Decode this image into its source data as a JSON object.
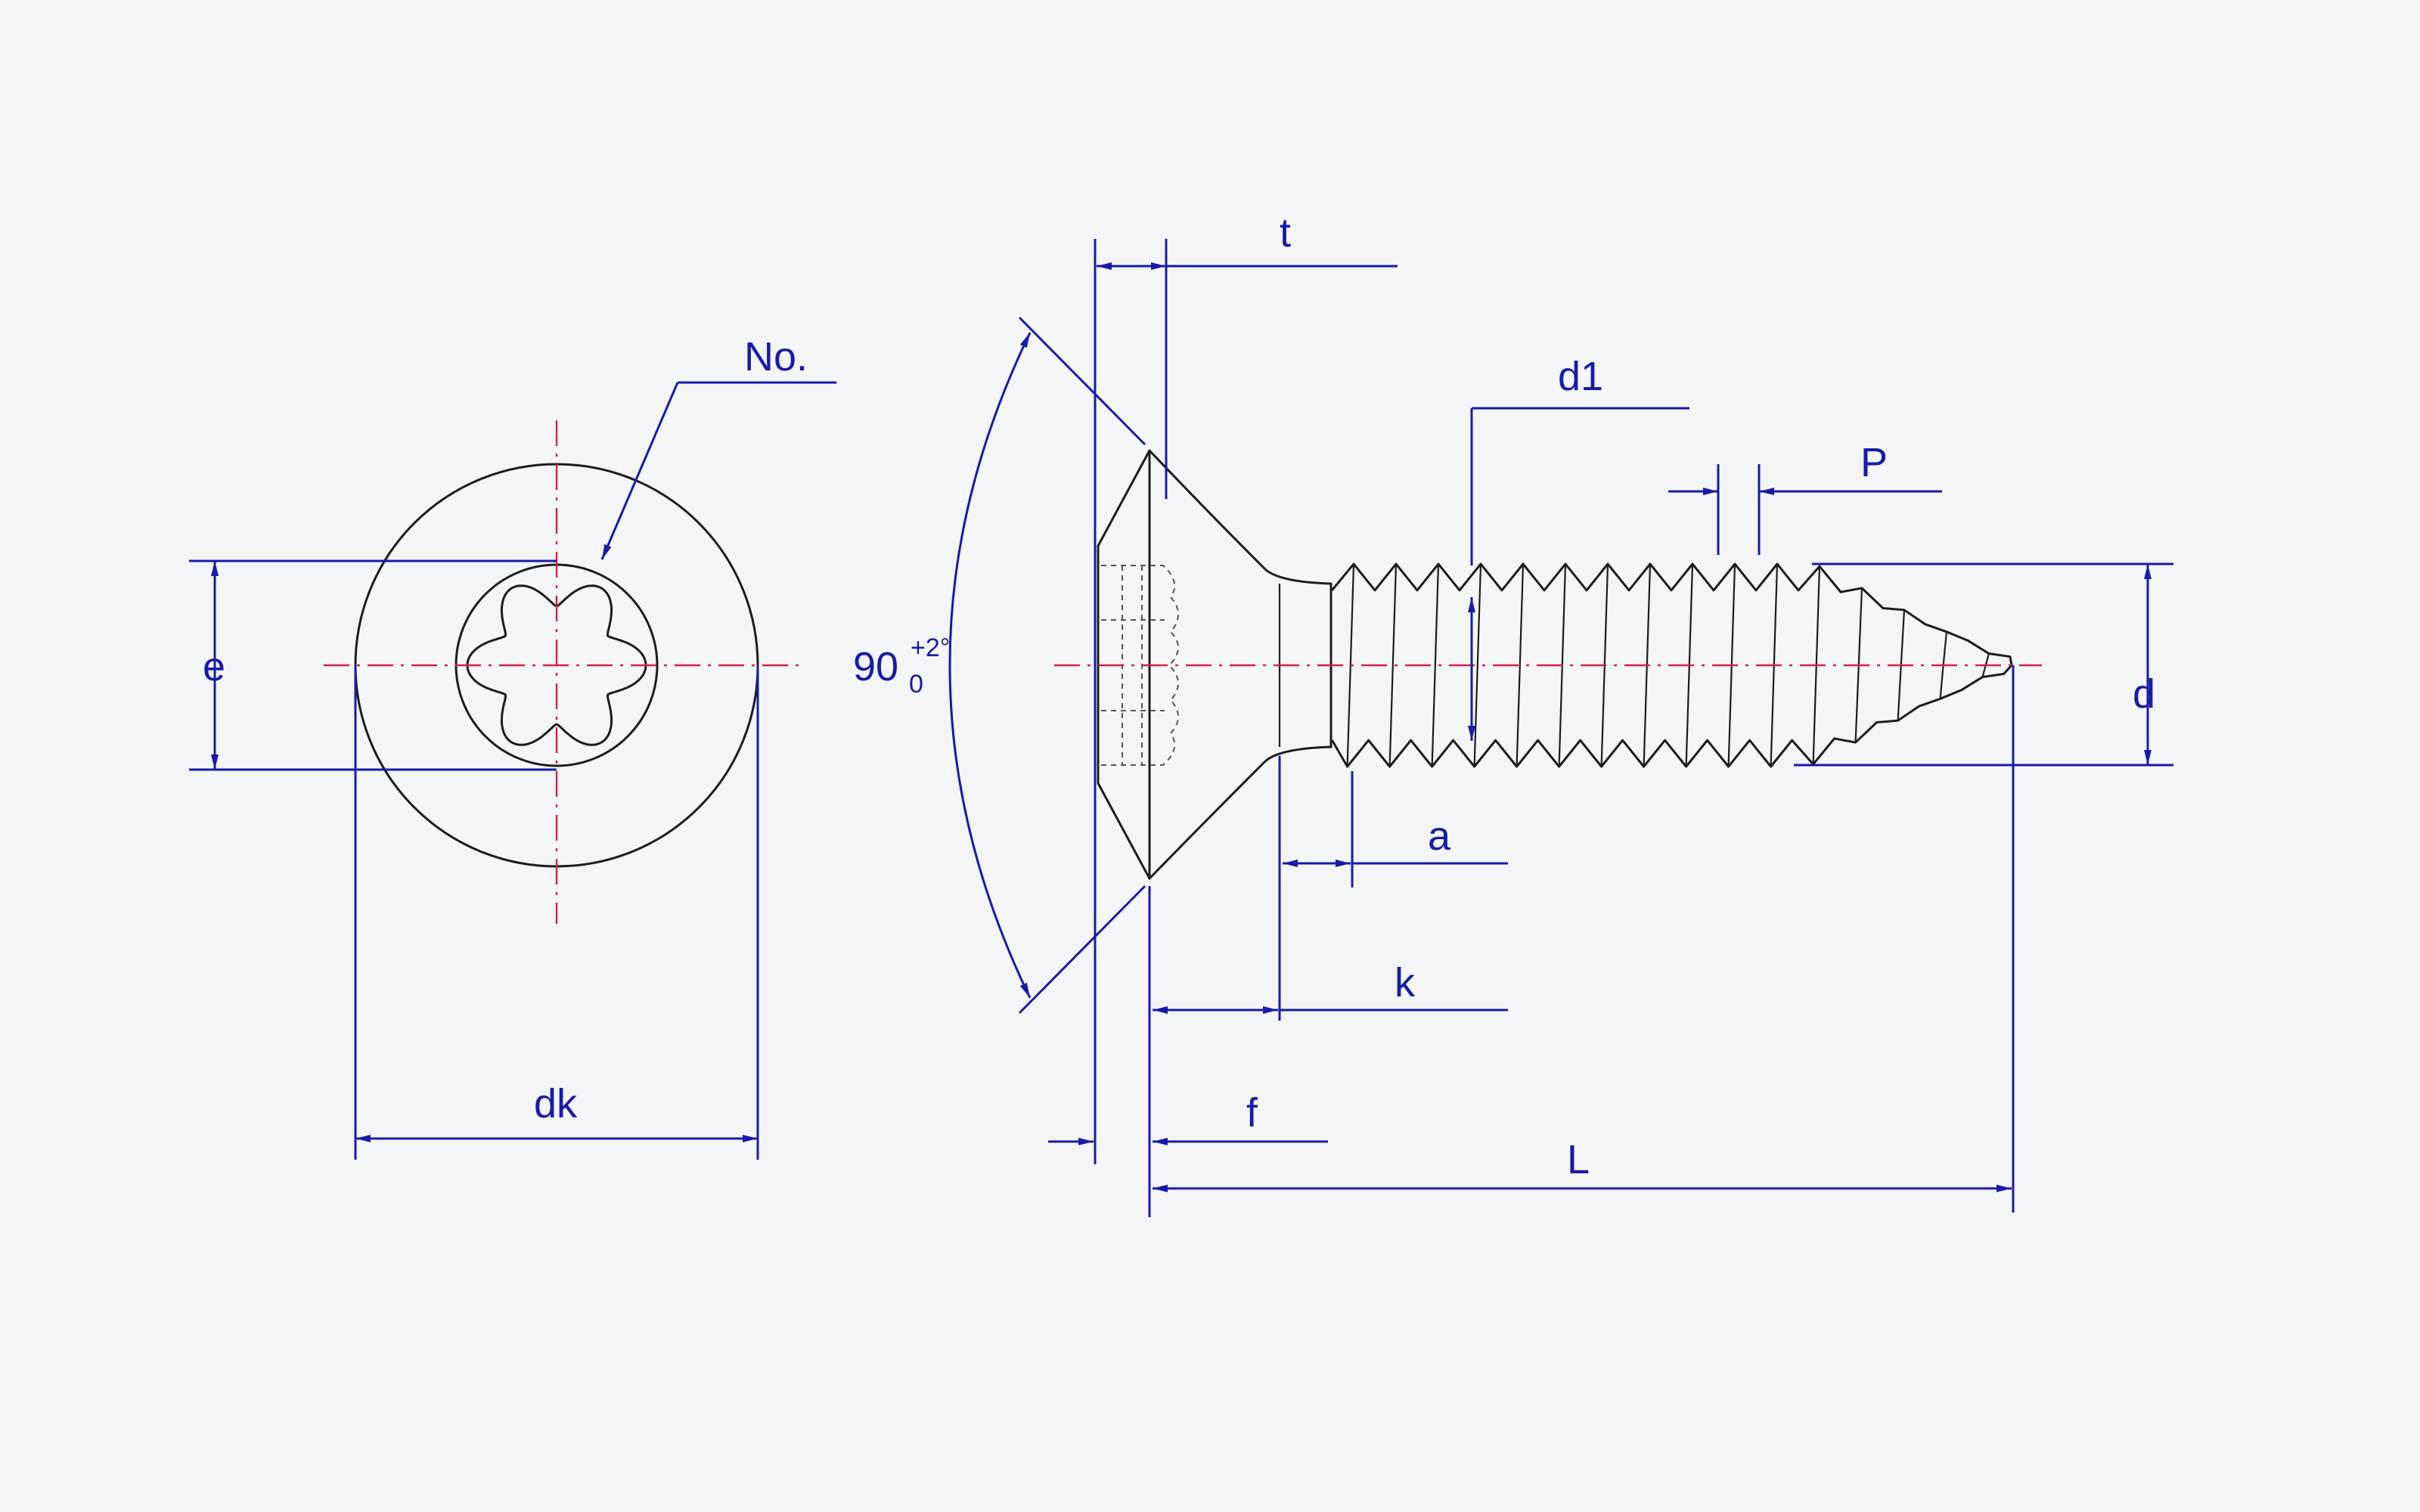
{
  "labels": {
    "no": "No.",
    "e": "e",
    "dk": "dk",
    "angle_base": "90",
    "angle_upper_tol": "+2°",
    "angle_lower_tol": "0",
    "t": "t",
    "d1": "d1",
    "p": "P",
    "d": "d",
    "a": "a",
    "k": "k",
    "f": "f",
    "l": "L"
  },
  "colors": {
    "dimension": "#1a1aa8",
    "centerline": "#d1214e",
    "outline": "#1d1d1d",
    "background": "#f4f5f6"
  },
  "drive_type": "hexalobular (torx) socket",
  "head_type": "countersunk",
  "thread_type": "tapping screw thread"
}
